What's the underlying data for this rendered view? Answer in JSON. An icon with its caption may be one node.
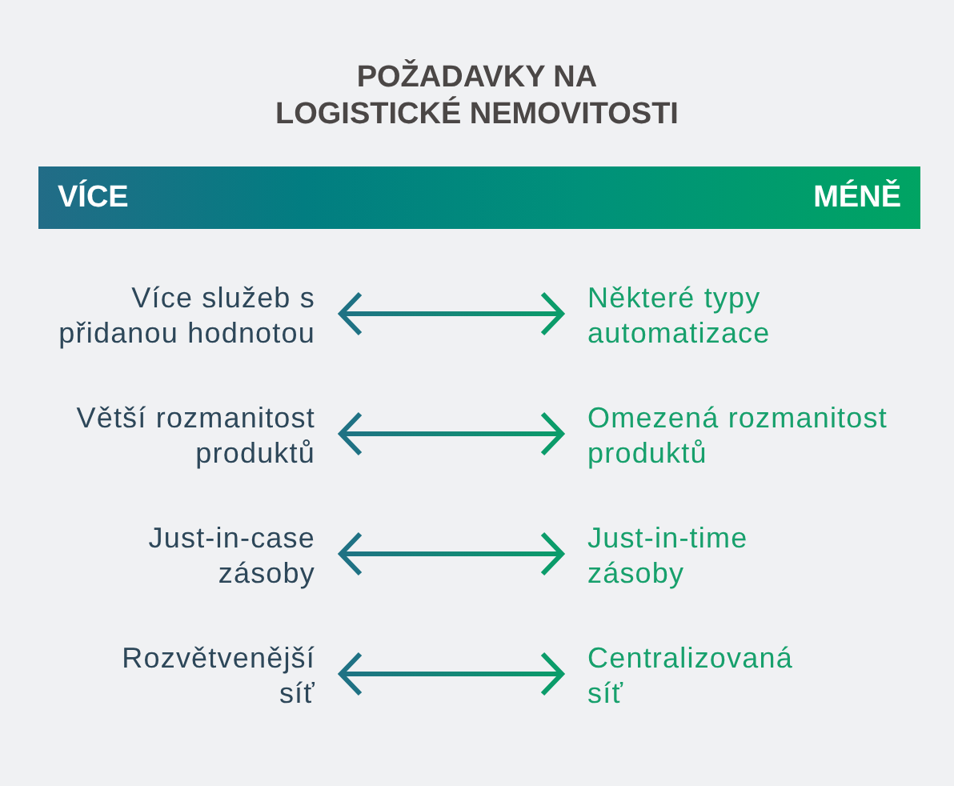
{
  "diagram": {
    "title": "POŽADAVKY NA LOGISTICKÉ NEMOVITOSTI",
    "nodes": [
      {
        "text": [
          "VÍCE",
          "MÉNĚ"
        ]
      },
      {
        "text": [
          "Více služeb s přidanou hodnotou"
        ]
      },
      {
        "text": [
          "Některé typy automatizace"
        ]
      },
      {
        "text": [
          "Větší rozmanitost produktů"
        ]
      },
      {
        "text": [
          "Omezená rozmanitost produktů"
        ]
      },
      {
        "text": [
          "Just-in-case zásoby"
        ]
      },
      {
        "text": [
          "Just-in-time zásoby"
        ]
      },
      {
        "text": [
          "Rozvětvenější síť"
        ]
      },
      {
        "text": [
          "Centralizovaná síť"
        ]
      }
    ],
    "edges": [
      {
        "from": 1,
        "to": 2,
        "arrow": "both"
      },
      {
        "from": 3,
        "to": 4,
        "arrow": "both"
      },
      {
        "from": 5,
        "to": 6,
        "arrow": "both"
      },
      {
        "from": 7,
        "to": 8,
        "arrow": "both"
      }
    ]
  }
}
